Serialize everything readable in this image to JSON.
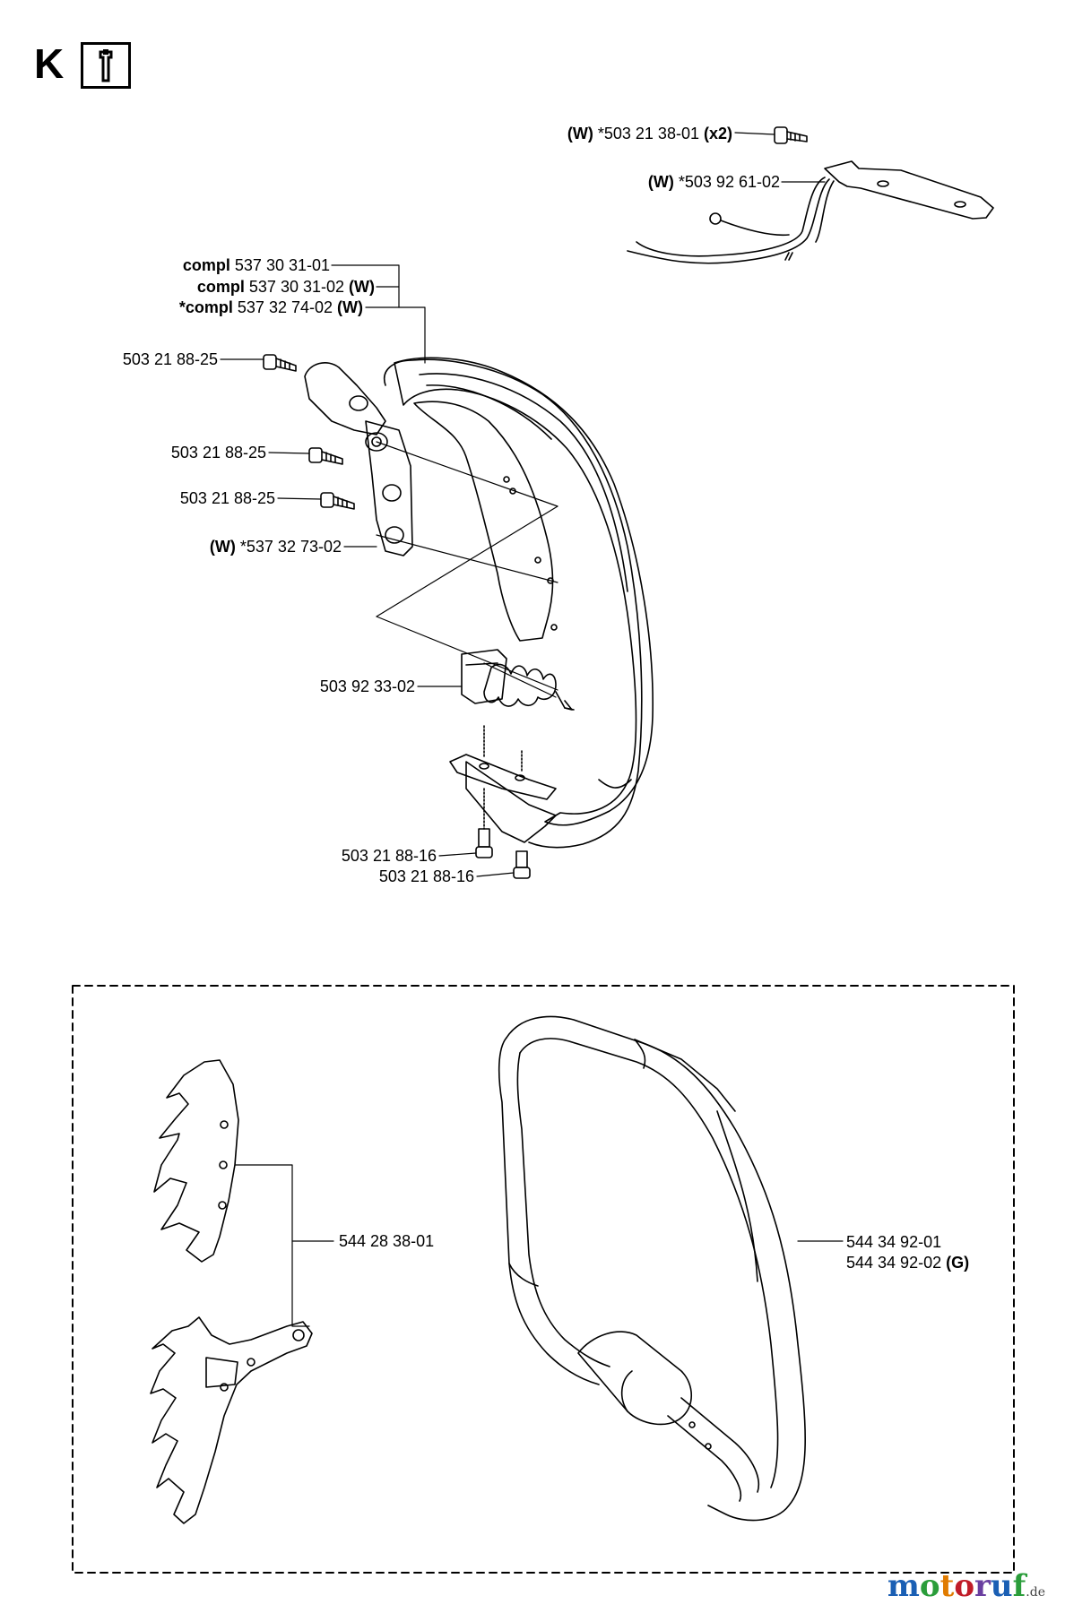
{
  "section": {
    "letter": "K",
    "tool_icon": "wrench-icon"
  },
  "labels": {
    "screw_top": {
      "prefix": "(W)",
      "text": " *503 21 38-01 ",
      "suffix": "(x2)"
    },
    "cable": {
      "prefix": "(W)",
      "text": " *503 92 61-02"
    },
    "compl_1": {
      "prefix": "compl",
      "text": " 537 30 31-01"
    },
    "compl_2": {
      "prefix": "compl",
      "text": " 537 30 31-02 ",
      "suffix": "(W)"
    },
    "compl_3": {
      "prefix": "*compl",
      "text": " 537 32 74-02 ",
      "suffix": "(W)"
    },
    "screw_a": "503 21 88-25",
    "screw_b": "503 21 88-25",
    "screw_c": "503 21 88-25",
    "bracket": {
      "prefix": "(W)",
      "text": " *537 32 73-02"
    },
    "spring": "503 92 33-02",
    "screw_d": "503 21 88-16",
    "screw_e": "503 21 88-16",
    "spike": "544 28 38-01",
    "handle_1": "544 34 92-01",
    "handle_2": {
      "text": "544 34 92-02 ",
      "suffix": "(G)"
    }
  },
  "brand": {
    "name": "motoruf",
    "domain": ".de",
    "colors": [
      "#1a5fb4",
      "#2a9d3a",
      "#e07b00",
      "#c01c28",
      "#6a3fa0",
      "#1a5fb4",
      "#2a9d3a"
    ]
  }
}
